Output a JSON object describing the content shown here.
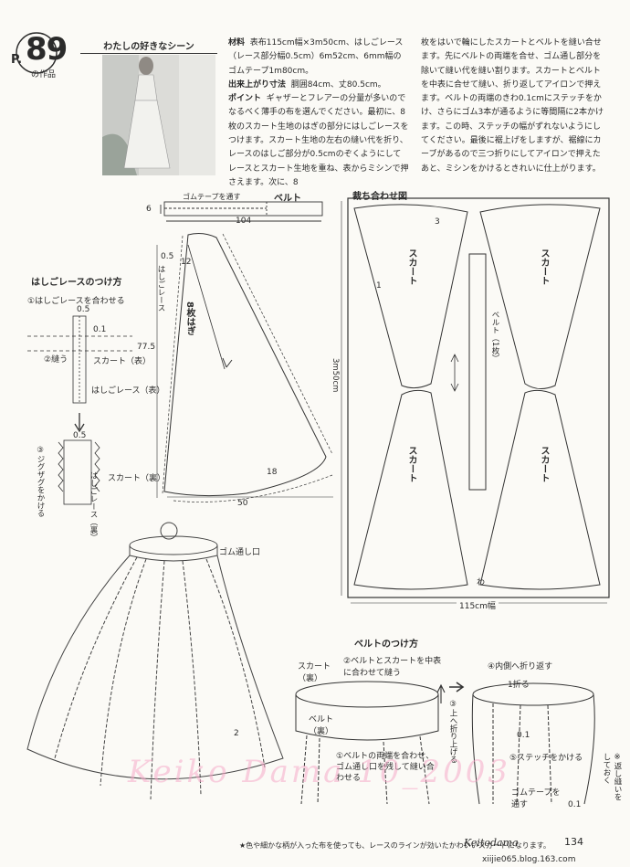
{
  "header": {
    "page_prefix": "P.",
    "page_number": "89",
    "work_suffix": "の作品",
    "scene_title": "わたしの好きなシーン"
  },
  "instructions": {
    "materials_label": "材料",
    "materials_text": "表布115cm幅×3m50cm、はしごレース（レース部分幅0.5cm）6m52cm、6mm幅のゴムテープ1m80cm。",
    "size_label": "出来上がり寸法",
    "size_text": "胴囲84cm、丈80.5cm。",
    "point_label": "ポイント",
    "point_text": "ギャザーとフレアーの分量が多いのでなるべく薄手の布を選んでください。最初に、8枚のスカート生地のはぎの部分にはしごレースをつけます。スカート生地の左右の縫い代を折り、レースのはしご部分が0.5cmのぞくようにしてレースとスカート生地を重ね、表からミシンで押さえます。次に、8",
    "column2_text": "枚をはいで輪にしたスカートとベルトを縫い合せます。先にベルトの両端を合せ、ゴム通し部分を除いて縫い代を縫い割ります。スカートとベルトを中表に合せて縫い、折り返してアイロンで押えます。ベルトの両端のきわ0.1cmにステッチをかけ、さらにゴム3本が通るように等間隔に2本かけます。この時、ステッチの幅がずれないようにしてください。最後に裾上げをしますが、裾線にカーブがあるので三つ折りにしてアイロンで押えたあと、ミシンをかけるときれいに仕上がります。"
  },
  "belt_diagram": {
    "elastic_label": "ゴムテープを通す",
    "belt_label": "ベルト",
    "dim_height": "6",
    "dim_width": "104"
  },
  "panel_diagram": {
    "top_seam": "0.5",
    "waist": "12",
    "lace_label": "はしごレース",
    "count_label": "8枚はぎ",
    "length": "77.5",
    "hem_curve": "18",
    "hem_width": "50"
  },
  "lace_method": {
    "title": "はしごレースのつけ方",
    "step1": "①はしごレースを合わせる",
    "dim_a": "0.5",
    "dim_b": "0.1",
    "step2": "②縫う",
    "skirt_front": "スカート（表）",
    "lace_front": "はしごレース（表）",
    "dim_c": "0.5",
    "step3": "③ジグザグをかける",
    "skirt_back": "スカート（裏）",
    "lace_back": "はしごレース（裏）"
  },
  "cutting_layout": {
    "title": "裁ち合わせ図",
    "skirt": "スカート",
    "belt_piece": "ベルト（1枚）",
    "seam_a": "3",
    "seam_b": "1",
    "total_length": "3m50cm",
    "fabric_width": "115cm幅",
    "fold": "わ"
  },
  "skirt_illustration": {
    "elastic_opening": "ゴム通し口",
    "hem_allowance": "2"
  },
  "belt_method": {
    "title": "ベルトのつけ方",
    "skirt_back": "スカート（裏）",
    "belt_back": "ベルト（裏）",
    "step1": "①ベルトの両端を合わせ、ゴム通し口を残して縫い合わせる",
    "step2": "②ベルトとスカートを中表に合わせて縫う",
    "step3": "③上へ折り上げる",
    "step4": "④内側へ折り返す",
    "fold_1": "1折る",
    "stitch_a": "0.1",
    "step5": "⑤ステッチをかける",
    "elastic_tape": "ゴムテープを通す",
    "stitch_b": "0.1",
    "side_note": "※返し縫いをしておく"
  },
  "footer": {
    "note": "★色や細かな柄が入った布を使っても、レースのラインが効いたかわいいスカートになります。",
    "brand": "Keitodama",
    "page": "134",
    "site": "xiijie065.blog.163.com",
    "watermark": "Keiko Dama 10_2003"
  }
}
